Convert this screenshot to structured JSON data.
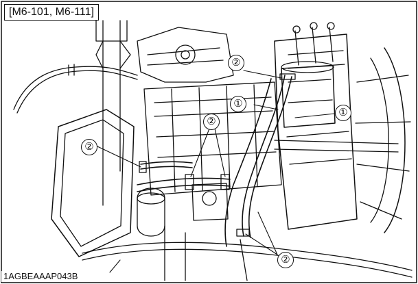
{
  "figure": {
    "model_label": "[M6-101, M6-111]",
    "image_code": "1AGBEAAAP043B"
  },
  "callouts": {
    "hose_1": "①",
    "hose_2": "②"
  },
  "colors": {
    "line": "#111111",
    "background": "#ffffff"
  }
}
